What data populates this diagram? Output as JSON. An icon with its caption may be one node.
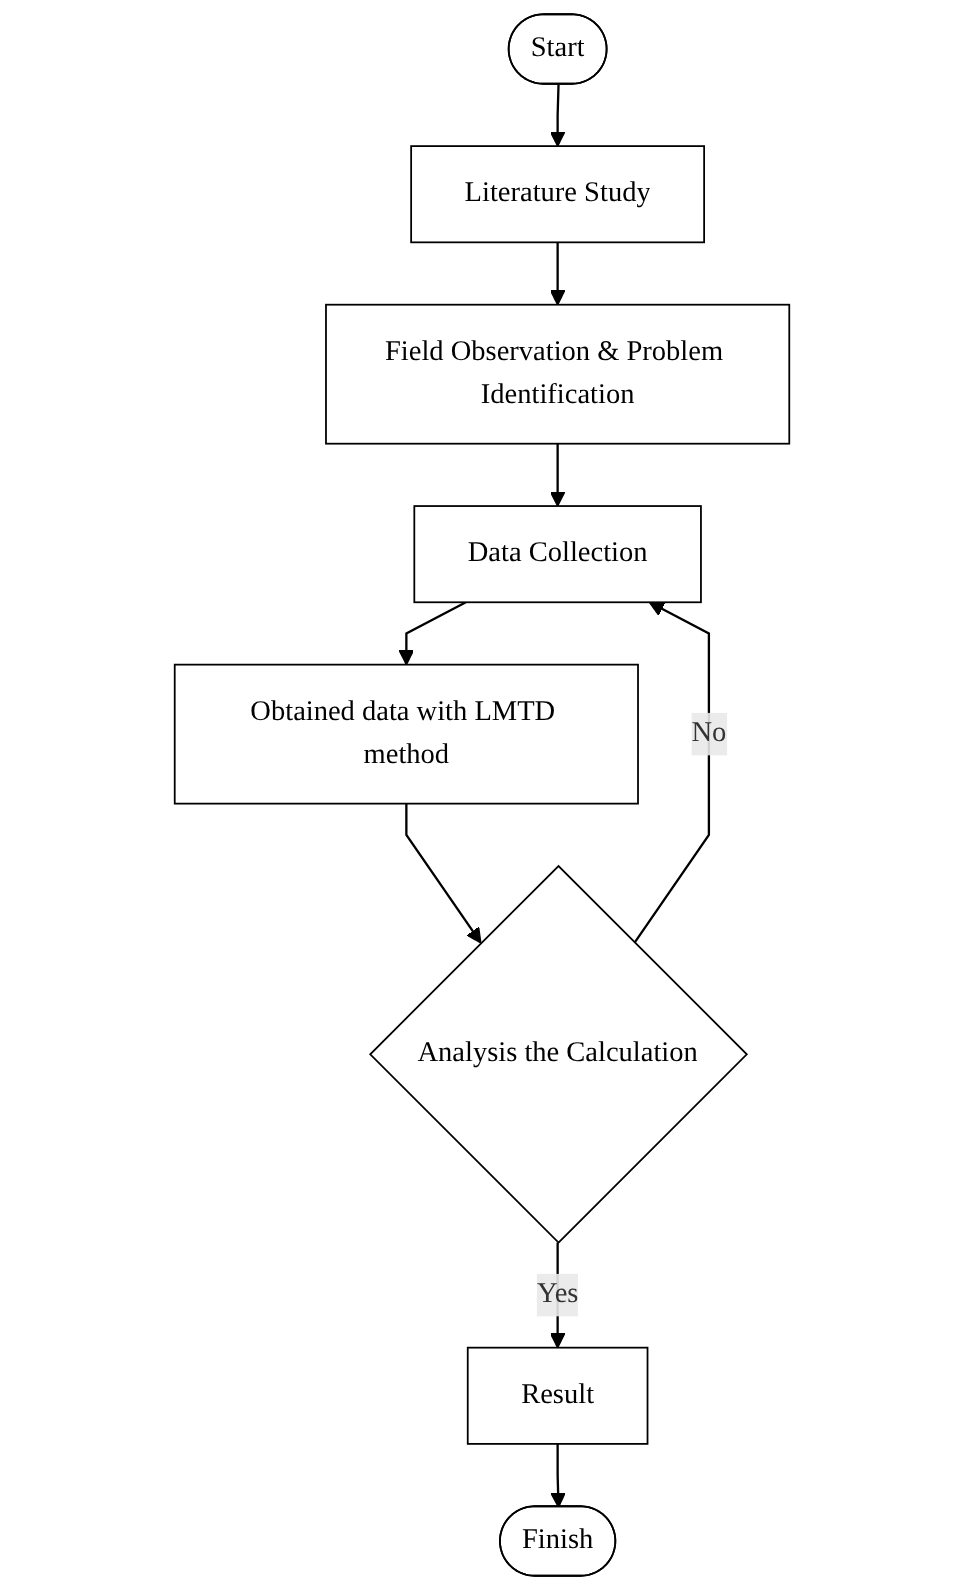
{
  "diagram": {
    "nodes": [
      {
        "text": [
          "Start"
        ]
      },
      {
        "text": [
          "Literature Study"
        ]
      },
      {
        "text": [
          "Field Observation & Problem Identification"
        ]
      },
      {
        "text": [
          "Data Collection"
        ]
      },
      {
        "text": [
          "Obtained data with LMTD method"
        ]
      },
      {
        "text": [
          "Analysis the Calculation"
        ]
      },
      {
        "text": [
          "Result"
        ]
      },
      {
        "text": [
          "Finish"
        ]
      }
    ],
    "edges": [
      {
        "from": 0,
        "to": 1,
        "arrow": "to"
      },
      {
        "from": 1,
        "to": 2,
        "arrow": "to"
      },
      {
        "from": 2,
        "to": 3,
        "arrow": "to"
      },
      {
        "from": 3,
        "to": 4,
        "arrow": "to"
      },
      {
        "from": 4,
        "to": 5,
        "arrow": "to"
      },
      {
        "from": 5,
        "to": 6,
        "label": "Yes",
        "arrow": "to"
      },
      {
        "from": 5,
        "to": 3,
        "label": "No",
        "arrow": "to"
      },
      {
        "from": 6,
        "to": 7,
        "arrow": "to"
      }
    ]
  }
}
